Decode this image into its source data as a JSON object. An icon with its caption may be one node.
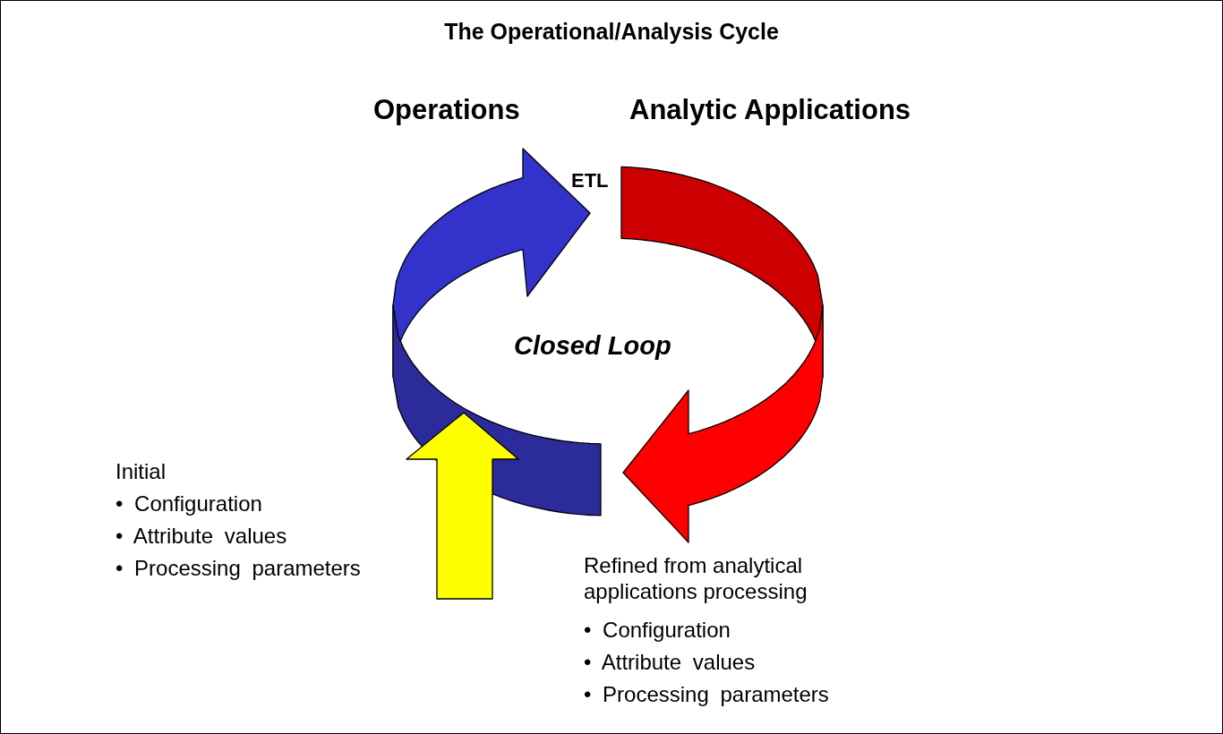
{
  "diagram": {
    "title": "The Operational/Analysis Cycle",
    "labels": [
      "Operations",
      "Analytic Applications",
      "ETL",
      "Closed Loop",
      "Initial",
      "• Configuration",
      "• Attribute values",
      "• Processing parameters",
      "Refined from analytical applications processing",
      "• Configuration",
      "• Attribute values",
      "• Processing parameters"
    ]
  }
}
